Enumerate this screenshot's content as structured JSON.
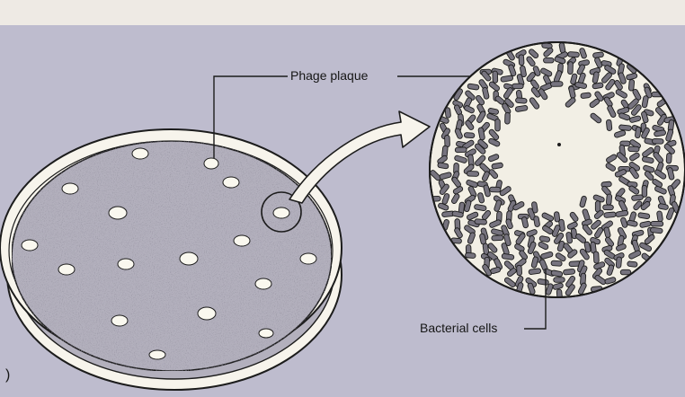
{
  "figure": {
    "labels": {
      "phage_plaque": "Phage plaque",
      "bacterial_cells": "Bacterial cells",
      "panel_letter": ")"
    },
    "colors": {
      "page_background": "#eeeae4",
      "panel_background": "#c2c0d2",
      "dish_rim": "#f7f4ec",
      "agar_lawn": "#b3b0bd",
      "plaque_fill": "#faf8ef",
      "cell_fill": "#76737e",
      "outline": "#1c1c1c"
    },
    "elements": {
      "dish": "petri-dish",
      "lawn": "bacterial-lawn",
      "plaques": "phage-plaques",
      "zoom_circle": "highlighted-plaque-circle",
      "arrow": "magnification-arrow",
      "magnified_view": "magnified-plaque-view"
    }
  }
}
